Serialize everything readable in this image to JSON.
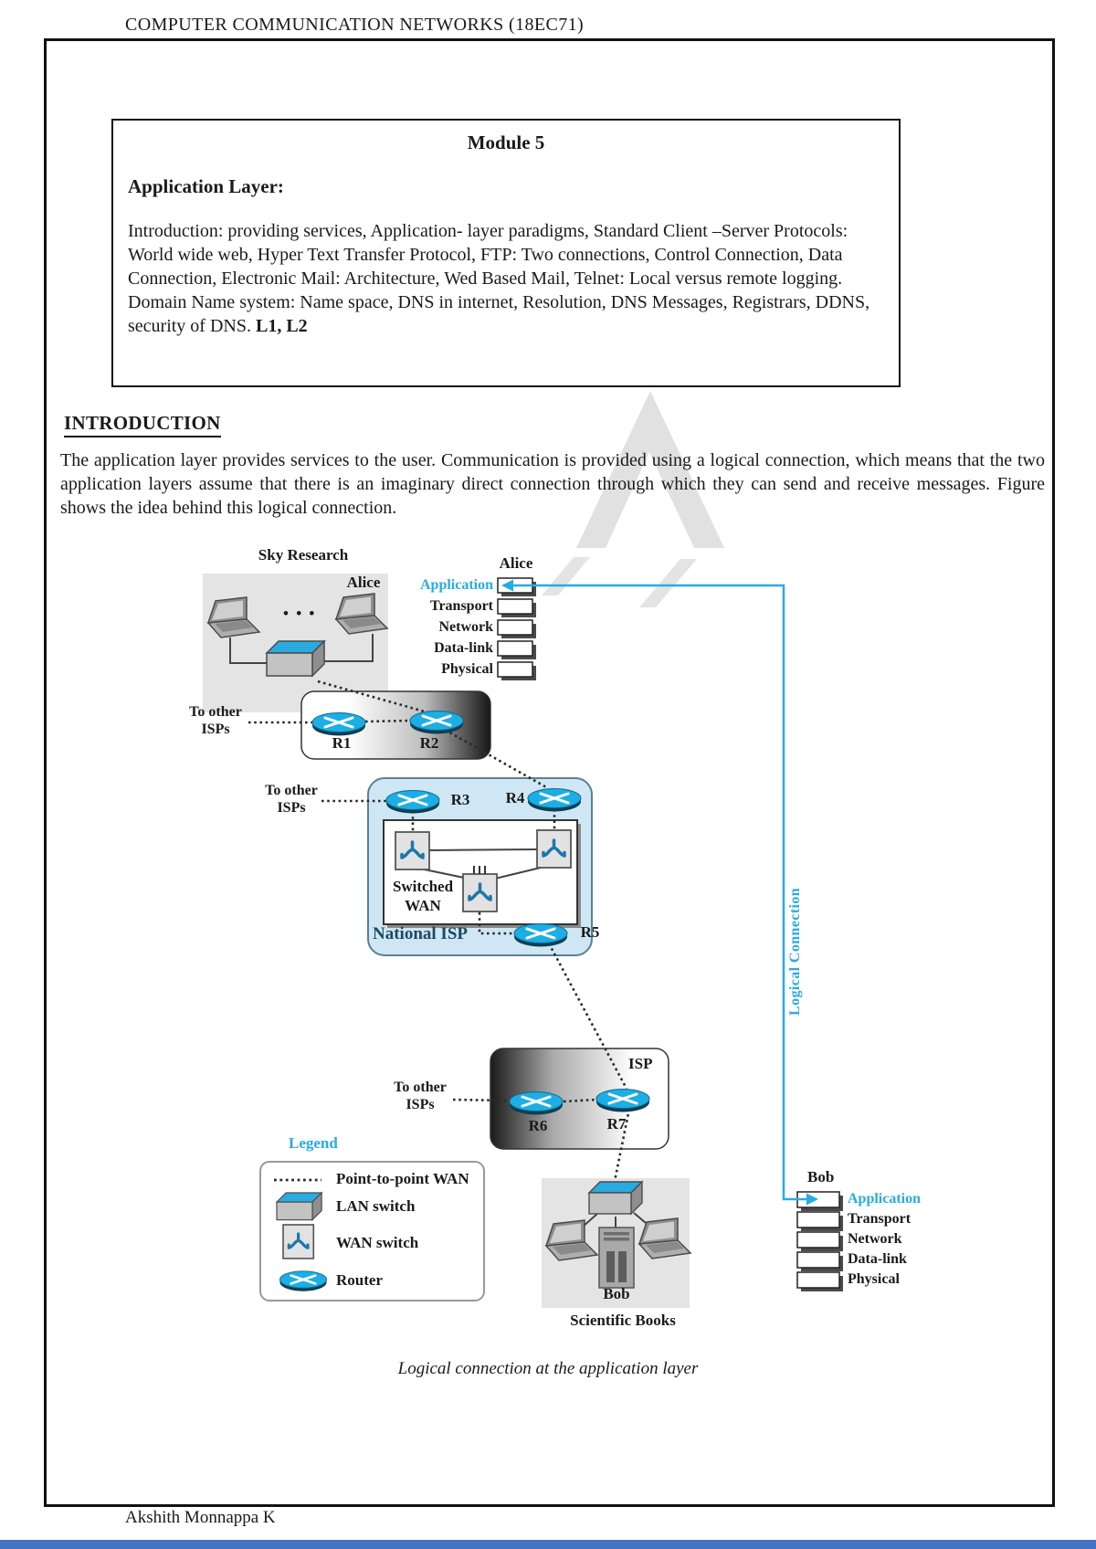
{
  "page": {
    "header": "COMPUTER COMMUNICATION NETWORKS (18EC71)",
    "footer": "Akshith Monnappa K"
  },
  "module_box": {
    "title": "Module 5",
    "heading": "Application Layer:",
    "body": "Introduction: providing services, Application- layer paradigms, Standard Client –Server Protocols: World wide web, Hyper Text Transfer Protocol, FTP: Two connections, Control Connection, Data Connection, Electronic Mail: Architecture, Wed Based Mail, Telnet: Local versus remote logging. Domain Name system: Name space, DNS in internet, Resolution, DNS Messages, Registrars, DDNS, security of DNS.",
    "body_bold": " L1, L2"
  },
  "introduction": {
    "heading": "INTRODUCTION",
    "paragraph": "The application layer provides services to the user. Communication is provided using a logical connection, which means that the two application layers assume that there is an imaginary direct connection through which they can send and receive messages. Figure shows the idea behind this logical connection."
  },
  "figure": {
    "caption": "Logical connection at the application layer",
    "sky_research_label": "Sky Research",
    "alice_label": "Alice",
    "alice_stack_name": "Alice",
    "bob_stack_name": "Bob",
    "dots": "• • •",
    "stack_layers": [
      "Application",
      "Transport",
      "Network",
      "Data-link",
      "Physical"
    ],
    "to_other": {
      "line1": "To other",
      "line2": "ISPs"
    },
    "routers": {
      "r1": "R1",
      "r2": "R2",
      "r3": "R3",
      "r4": "R4",
      "r5": "R5",
      "r6": "R6",
      "r7": "R7"
    },
    "national_isp_label": "National ISP",
    "switched_wan_label": "Switched WAN",
    "isp_label": "ISP",
    "logical_connection_label": "Logical Connection",
    "legend": {
      "title": "Legend",
      "items": [
        "Point-to-point WAN",
        "LAN switch",
        "WAN switch",
        "Router"
      ]
    },
    "bob_label": "Bob",
    "scientific_books_label": "Scientific Books"
  },
  "colors": {
    "accent_cyan": "#29abe2",
    "national_isp_fill": "#cfe7f4",
    "lan_area_gray": "#e4e4e4",
    "bottom_bar_blue": "#4472c4"
  }
}
